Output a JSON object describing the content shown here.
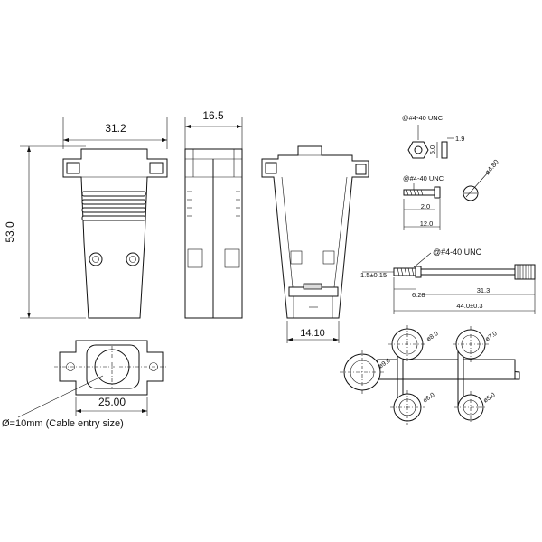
{
  "labels": {
    "front_width": "31.2",
    "side_width": "16.5",
    "height": "53.0",
    "section_bottom_width": "14.10",
    "end_view_width": "25.00",
    "cable_entry": "Ø=10mm (Cable entry size)",
    "nut_thread": "@#4-40 UNC",
    "nut_height": "5.0",
    "nut_thickness": "1.9",
    "screw_thread": "@#4-40 UNC",
    "screw_thread_len": "2.0",
    "screw_len": "12.0",
    "screw_head_dia": "ø4.80",
    "long_screw_thread": "@#4-40 UNC",
    "long_screw_collar": "1.5±0.15",
    "long_screw_tip": "6.28",
    "long_screw_body": "31.3",
    "long_screw_total": "44.0±0.3",
    "grommet_9": "ø9.0",
    "grommet_8": "ø8.0",
    "grommet_7": "ø7.0",
    "grommet_6": "ø6.0",
    "grommet_5": "ø5.0"
  },
  "colors": {
    "line": "#111111",
    "fill": "#dcdcdc",
    "background": "#ffffff"
  }
}
